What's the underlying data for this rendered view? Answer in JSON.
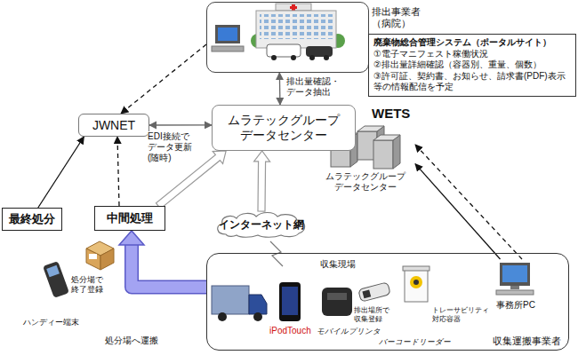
{
  "diagram": {
    "nodes": [
      {
        "text": [
          "排出事業者 （病院）"
        ]
      },
      {
        "text": [
          "廃棄物総合管理システム（ポータルサイト）",
          "①電子マニフェスト稼働状況",
          "②排出量詳細確認（容器別、重量、個数）",
          "③許可証、契約書、お知らせ、請求書(PDF)表示 等の情報配信を予定"
        ]
      },
      {
        "text": [
          "JWNET"
        ]
      },
      {
        "text": [
          "ムラテックグループ データセンター"
        ]
      },
      {
        "text": [
          "ムラテックグループ データセンター"
        ]
      },
      {
        "text": [
          "最終処分"
        ]
      },
      {
        "text": [
          "中間処理"
        ]
      },
      {
        "text": [
          "インターネット網"
        ]
      },
      {
        "text": [
          "収集運搬事業者"
        ]
      },
      {
        "text": [
          "事務所PC"
        ],
        "in": 8
      }
    ],
    "edges": [
      {
        "from": 0,
        "to": 3,
        "arrow": "both",
        "label": "排出量確認・ データ抽出"
      },
      {
        "from": 0,
        "to": 2,
        "arrow": "to"
      },
      {
        "from": 2,
        "to": 3,
        "arrow": "both",
        "label": "EDI接続で データ更新 (随時)"
      },
      {
        "from": 5,
        "to": 2,
        "arrow": "to"
      },
      {
        "from": 6,
        "to": 2,
        "arrow": "to"
      },
      {
        "from": 6,
        "to": 3,
        "arrow": "to"
      },
      {
        "from": 7,
        "to": 3,
        "arrow": "to"
      },
      {
        "from": 8,
        "to": 6,
        "arrow": "to"
      },
      {
        "from": 9,
        "to": 4,
        "arrow": "to"
      },
      {
        "from": 9,
        "to": 4,
        "arrow": "to"
      }
    ],
    "labels": [
      "WETS",
      "収集現場",
      "iPodTouch",
      "モバイルプリンタ",
      "排出場所で 収集登録",
      "トレーサビリティ 対応容器",
      "バーコードリーダー",
      "処分場で 終了登録",
      "ハンディー端末",
      "処分場へ運搬"
    ]
  }
}
